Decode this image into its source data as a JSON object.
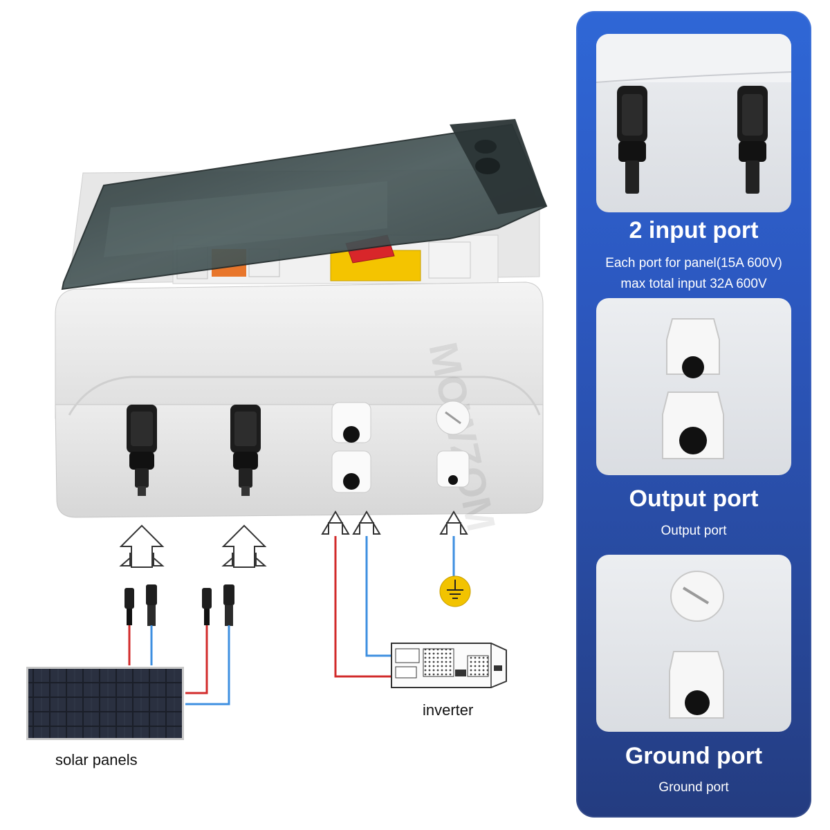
{
  "diagram": {
    "labels": {
      "solar_panels": "solar panels",
      "inverter": "inverter"
    },
    "watermark": "MOWZOM"
  },
  "features": [
    {
      "title": "2 input port",
      "subtitle_lines": [
        "Each port for panel(15A 600V)",
        "max total input 32A 600V"
      ]
    },
    {
      "title": "Output port",
      "subtitle_lines": [
        "Output port"
      ]
    },
    {
      "title": "Ground port",
      "subtitle_lines": [
        "Ground port"
      ]
    }
  ],
  "colors": {
    "panel_blue": "#2c58c0",
    "wire_red": "#d22b2b",
    "wire_blue": "#3d8fe0",
    "ground_yellow": "#f2c300",
    "cover_tint": "#3a4a4c",
    "switch_red": "#d8262a",
    "switch_yellow": "#f4c400"
  },
  "icons": [
    "up-arrow-icon",
    "ground-symbol-icon",
    "mc4-connector-icon",
    "cable-gland-icon",
    "blanking-plug-icon",
    "solar-panel-icon",
    "inverter-icon"
  ]
}
